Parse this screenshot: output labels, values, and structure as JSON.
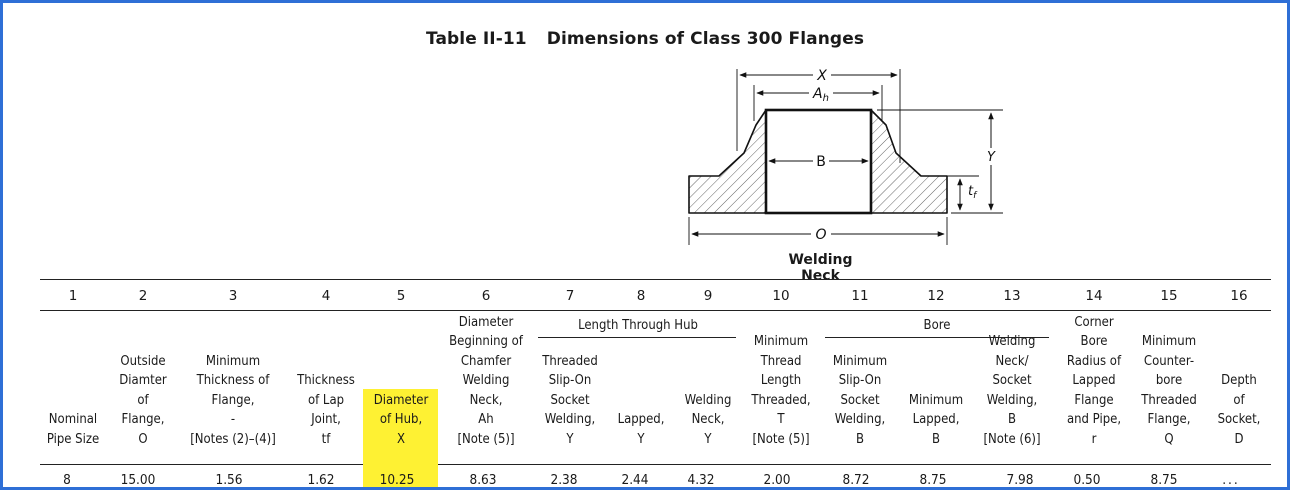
{
  "table": {
    "number": "Table II-11",
    "title": "Dimensions of Class 300 Flanges"
  },
  "diagram": {
    "caption": "Welding Neck",
    "labels": {
      "X": "X",
      "Ah": "A",
      "Ah_sub": "h",
      "B": "B",
      "Y": "Y",
      "tf": "t",
      "tf_sub": "f",
      "O": "O"
    }
  },
  "column_numbers": [
    "1",
    "2",
    "3",
    "4",
    "5",
    "6",
    "7",
    "8",
    "9",
    "10",
    "11",
    "12",
    "13",
    "14",
    "15",
    "16"
  ],
  "group_headers": {
    "length_through_hub": "Length Through Hub",
    "bore": "Bore"
  },
  "columns": [
    "Nominal\nPipe Size",
    "Outside\nDiamter\nof\nFlange,\nO",
    "Minimum\nThickness of\nFlange,\n-\n[Notes (2)–(4)]",
    "Thickness\nof Lap\nJoint,\ntf",
    "Diameter\nof Hub,\nX",
    "Diameter\nBeginning of\nChamfer\nWelding\nNeck,\nAh\n[Note (5)]",
    "Threaded\nSlip-On\nSocket\nWelding,\nY",
    "Lapped,\nY",
    "Welding\nNeck,\nY",
    "Minimum\nThread\nLength\nThreaded,\nT\n[Note (5)]",
    "Minimum\nSlip-On\nSocket\nWelding,\nB",
    "Minimum\nLapped,\nB",
    "Welding\nNeck/\nSocket\nWelding,\nB\n[Note (6)]",
    "Corner\nBore\nRadius of\nLapped\nFlange\nand Pipe,\nr",
    "Minimum\nCounter-\nbore\nThreaded\nFlange,\nQ",
    "Depth\nof\nSocket,\nD"
  ],
  "rows": [
    [
      "8",
      "15.00",
      "1.56",
      "1.62",
      "10.25",
      "8.63",
      "2.38",
      "2.44",
      "4.32",
      "2.00",
      "8.72",
      "8.75",
      "7.98",
      "0.50",
      "8.75",
      "..."
    ]
  ],
  "highlight_color": "#fef133",
  "border_color": "#2f6fd6"
}
